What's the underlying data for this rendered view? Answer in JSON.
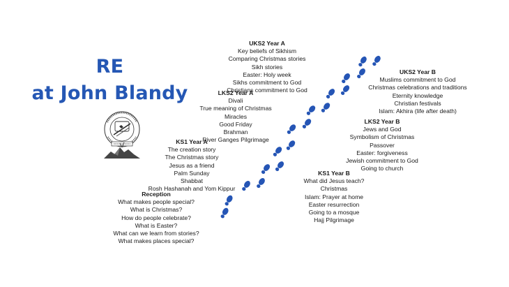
{
  "title": {
    "line1": "RE",
    "line2": "at John Blandy"
  },
  "logo": {
    "label": "school crest"
  },
  "colors": {
    "accent": "#2555b5",
    "text": "#1a1a1a",
    "background": "#ffffff"
  },
  "blocks": [
    {
      "id": "uks2a",
      "heading": "UKS2 Year A",
      "items": [
        "Key beliefs of Sikhism",
        "Comparing Christmas stories",
        "Sikh stories",
        "Easter: Holy week",
        "Sikhs commitment to God",
        "Christians commitment to God"
      ]
    },
    {
      "id": "lks2a",
      "heading": "LKS2 Year A",
      "items": [
        "Divali",
        "True meaning of Christmas",
        "Miracles",
        "Good Friday",
        "Brahman",
        "River Ganges Pilgrimage"
      ]
    },
    {
      "id": "ks1a",
      "heading": "KS1 Year A",
      "items": [
        "The creation story",
        "The Christmas story",
        "Jesus as a friend",
        "Palm Sunday",
        "Shabbat",
        "Rosh Hashanah and Yom Kippur"
      ]
    },
    {
      "id": "reception",
      "heading": "Reception",
      "items": [
        "What makes people special?",
        "What is Christmas?",
        "How do people celebrate?",
        "What is Easter?",
        "What can we learn from stories?",
        "What makes places special?"
      ]
    },
    {
      "id": "uks2b",
      "heading": "UKS2 Year B",
      "items": [
        "Muslims commitment to God",
        "Christmas celebrations and traditions",
        "Eternity knowledge",
        "Christian festivals",
        "Islam: Akhira (life after death)"
      ]
    },
    {
      "id": "lks2b",
      "heading": "LKS2 Year B",
      "items": [
        "Jews and God",
        "Symbolism of Christmas",
        "Passover",
        "Easter: forgiveness",
        "Jewish commitment to God",
        "Going to church"
      ]
    },
    {
      "id": "ks1b",
      "heading": "KS1 Year B",
      "items": [
        "What did Jesus teach?",
        "Christmas",
        "Islam: Prayer at home",
        "Easter resurrection",
        "Going to a mosque",
        "Hajj Pilgrimage"
      ]
    }
  ]
}
